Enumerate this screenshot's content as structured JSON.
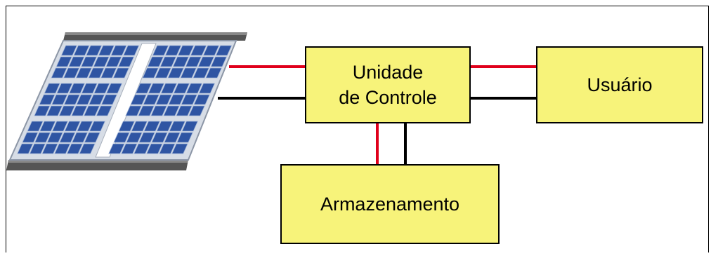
{
  "diagram": {
    "control_unit": {
      "line1": "Unidade",
      "line2": "de Controle"
    },
    "user": {
      "label": "Usuário"
    },
    "storage": {
      "label": "Armazenamento"
    }
  },
  "colors": {
    "box_fill": "#f7f37a",
    "positive_wire": "#e0001b",
    "negative_wire": "#000000",
    "panel_cell": "#2f55a3",
    "panel_rail": "#555555"
  },
  "icons": {
    "solar_panel": "solar-panel-icon"
  }
}
